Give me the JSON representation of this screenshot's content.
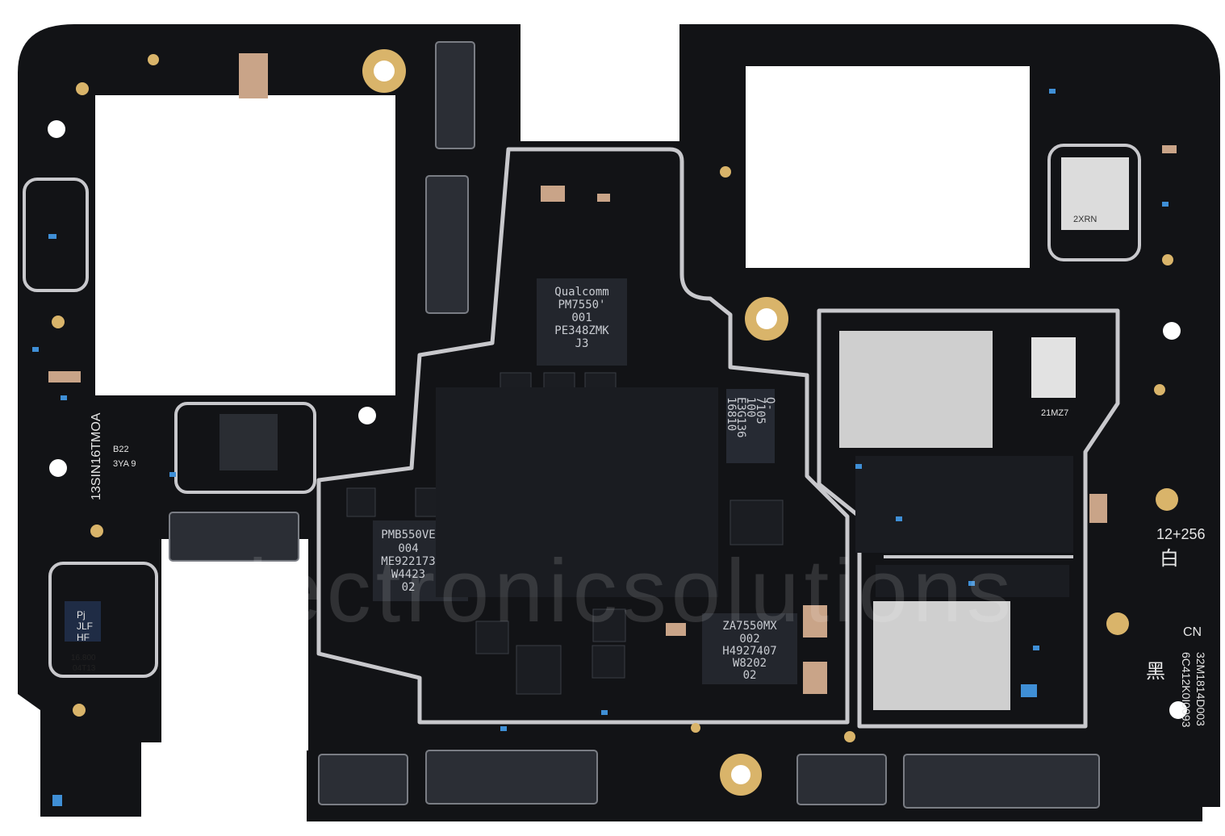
{
  "colors": {
    "pcb": "#121316",
    "shield_rim": "#c8c8cc",
    "cutout": "#ffffff",
    "gold": "#d9b46a",
    "chip": "#23262d",
    "can": "#cfcfcf",
    "smd_blue": "#3f8fd6"
  },
  "chips": {
    "pmic_top": {
      "icon": "chip-icon",
      "lines": [
        "Qualcomm",
        "PM7550'",
        "001",
        "PE348ZMK",
        "J3"
      ]
    },
    "pmic_left": {
      "icon": "chip-icon",
      "lines": [
        "PMB550VE",
        "004",
        "ME922173",
        "W4423",
        "02"
      ]
    },
    "pmic_right": {
      "icon": "chip-icon",
      "lines": [
        "ZA7550MX",
        "002",
        "H4927407",
        "W8202",
        "02"
      ]
    }
  },
  "silkscreen": {
    "left_vertical": "13SIN16TMOA",
    "left_small": [
      "B22",
      "3YA 9"
    ],
    "crystal": [
      "Pj",
      "JLF",
      "HF"
    ],
    "crystal_freq": [
      "16.800",
      "04T13"
    ],
    "memory": "12+256",
    "color_white": "白",
    "region": "CN",
    "color_black": "黑",
    "serial": [
      "32M1814D003",
      "6C412K0I0093"
    ],
    "module_top_right": "2XRN",
    "rf_chip": "21MZ7",
    "mid_chip": [
      "Q-",
      "7105",
      "100",
      "E3G136",
      "16810"
    ]
  },
  "watermark": {
    "text": "electronicsolutions"
  }
}
